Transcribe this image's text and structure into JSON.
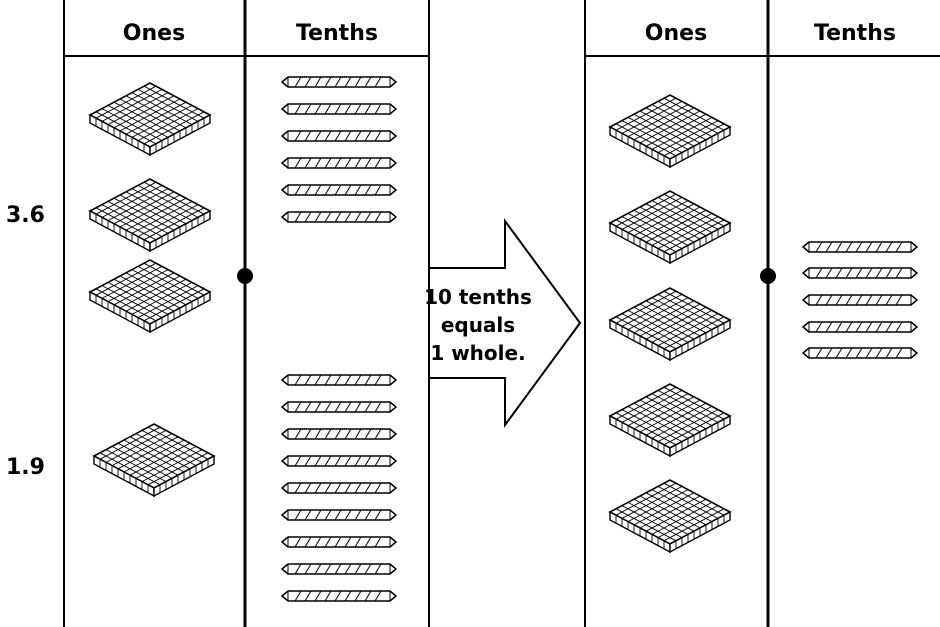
{
  "left_chart": {
    "headers": {
      "ones": "Ones",
      "tenths": "Tenths"
    },
    "rows": [
      {
        "label": "3.6",
        "ones": 3,
        "tenths": 6
      },
      {
        "label": "1.9",
        "ones": 1,
        "tenths": 9
      }
    ]
  },
  "arrow": {
    "lines": [
      "10 tenths",
      "equals",
      "1 whole."
    ]
  },
  "right_chart": {
    "headers": {
      "ones": "Ones",
      "tenths": "Tenths"
    },
    "ones": 5,
    "tenths": 5
  }
}
